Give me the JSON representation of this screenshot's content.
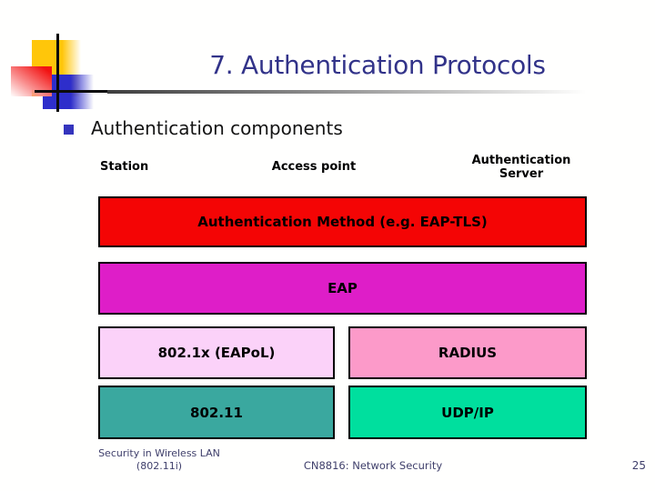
{
  "slide": {
    "title": "7. Authentication Protocols",
    "bullet_text": "Authentication components"
  },
  "diagram": {
    "column_labels": {
      "station": "Station",
      "access_point": "Access point",
      "auth_server": "Authentication Server"
    },
    "boxes": {
      "auth_method": {
        "label": "Authentication Method (e.g. EAP-TLS)",
        "bg": "#f40505"
      },
      "eap": {
        "label": "EAP",
        "bg": "#de1ec8"
      },
      "dot1x": {
        "label": "802.1x (EAPoL)",
        "bg": "#fbd2f9"
      },
      "radius": {
        "label": "RADIUS",
        "bg": "#fc9ac9"
      },
      "dot11": {
        "label": "802.11",
        "bg": "#3aa89f"
      },
      "udpip": {
        "label": "UDP/IP",
        "bg": "#00df9e"
      }
    }
  },
  "footer": {
    "left_line1": "Security in Wireless LAN",
    "left_line2": "(802.11i)",
    "center": "CN8816: Network Security",
    "page_number": "25"
  },
  "colors": {
    "title": "#323389",
    "accent_yellow": "#ffc60a",
    "accent_blue": "#2e2ecb",
    "accent_red": "#f21212",
    "footer_text": "#3f3f6b"
  }
}
